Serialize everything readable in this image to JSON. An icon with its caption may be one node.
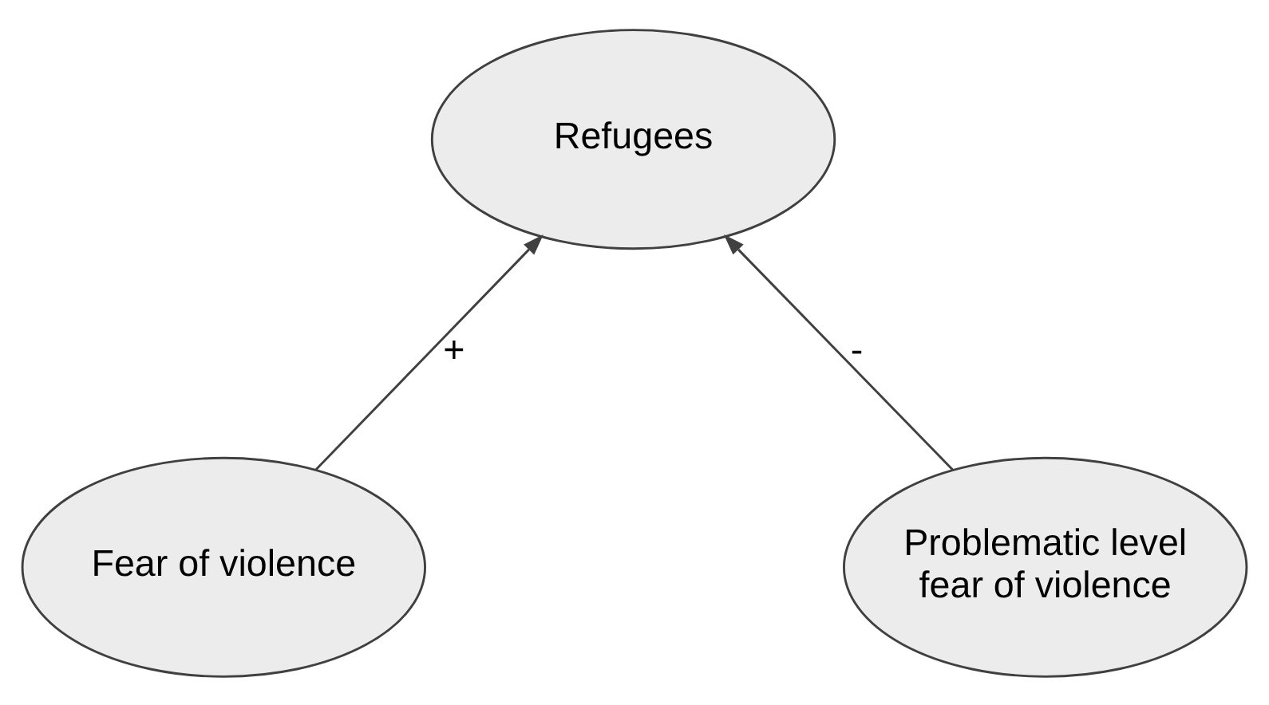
{
  "diagram": {
    "nodes": [
      {
        "text": [
          "Refugees"
        ]
      },
      {
        "text": [
          "Fear of violence"
        ]
      },
      {
        "text": [
          "Problematic level fear of violence"
        ]
      }
    ],
    "edges": [
      {
        "from": 1,
        "to": 0,
        "arrow": "to",
        "label": "+"
      },
      {
        "from": 2,
        "to": 0,
        "arrow": "to",
        "label": "-"
      }
    ]
  }
}
